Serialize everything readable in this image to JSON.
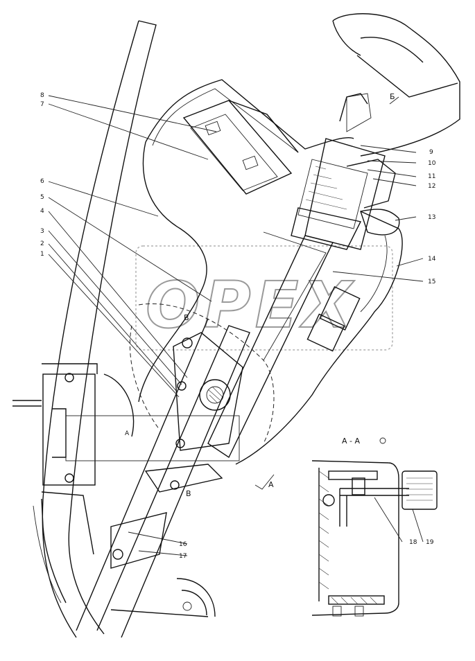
{
  "callouts": [
    "1",
    "2",
    "3",
    "4",
    "5",
    "6",
    "7",
    "8",
    "9",
    "10",
    "11",
    "12",
    "13",
    "14",
    "15",
    "16",
    "17",
    "18",
    "19"
  ],
  "view_letters": {
    "a": "А",
    "b": "Б",
    "v": "В"
  },
  "section_title": "А - А",
  "watermark": "OPEX"
}
